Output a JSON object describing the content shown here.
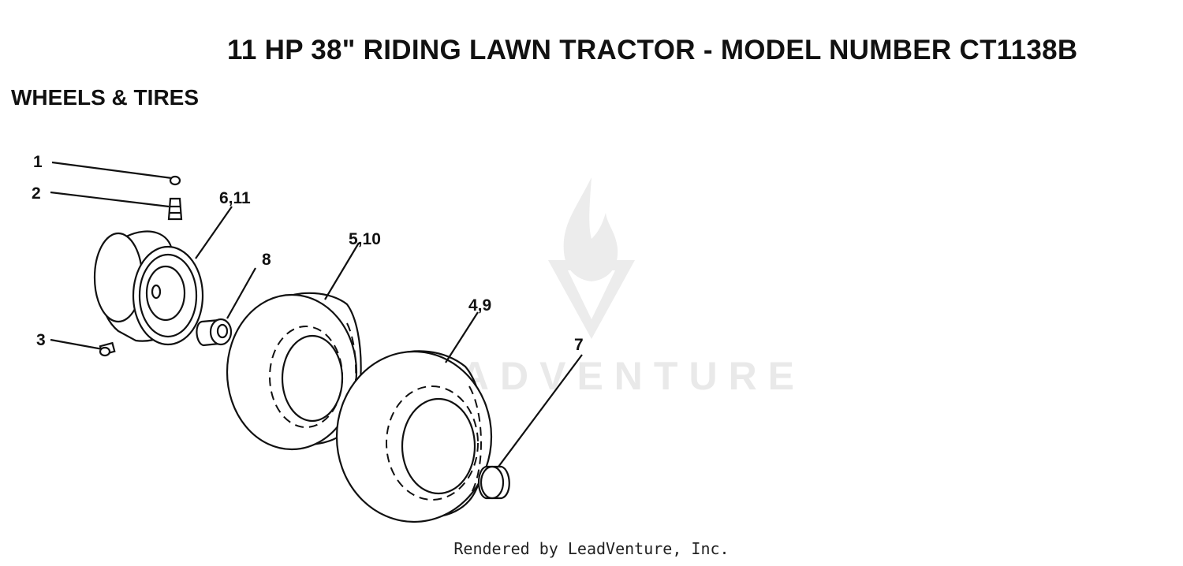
{
  "header": {
    "title": "11 HP 38\" RIDING LAWN TRACTOR - MODEL NUMBER CT1138B",
    "section": "WHEELS & TIRES"
  },
  "watermark": {
    "text": "LEADVENTURE"
  },
  "callouts": {
    "c1": "1",
    "c2": "2",
    "c3": "3",
    "c4_9": "4,9",
    "c5_10": "5,10",
    "c6_11": "6,11",
    "c7": "7",
    "c8": "8"
  },
  "footer": {
    "text": "Rendered by LeadVenture, Inc."
  }
}
